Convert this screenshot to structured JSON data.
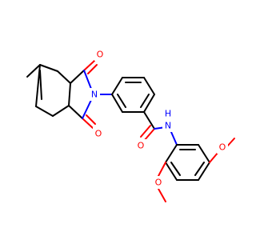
{
  "colors": {
    "bond": "#000000",
    "oxygen": "#ff0000",
    "nitrogen": "#0000ff",
    "background": "#ffffff"
  },
  "atoms": {
    "o_top": "O",
    "o_bottom": "O",
    "n_imide": "N",
    "o_amide": "O",
    "n_amide": "N",
    "h_amide": "H",
    "o_methoxy_left": "O",
    "o_methoxy_right": "O"
  }
}
